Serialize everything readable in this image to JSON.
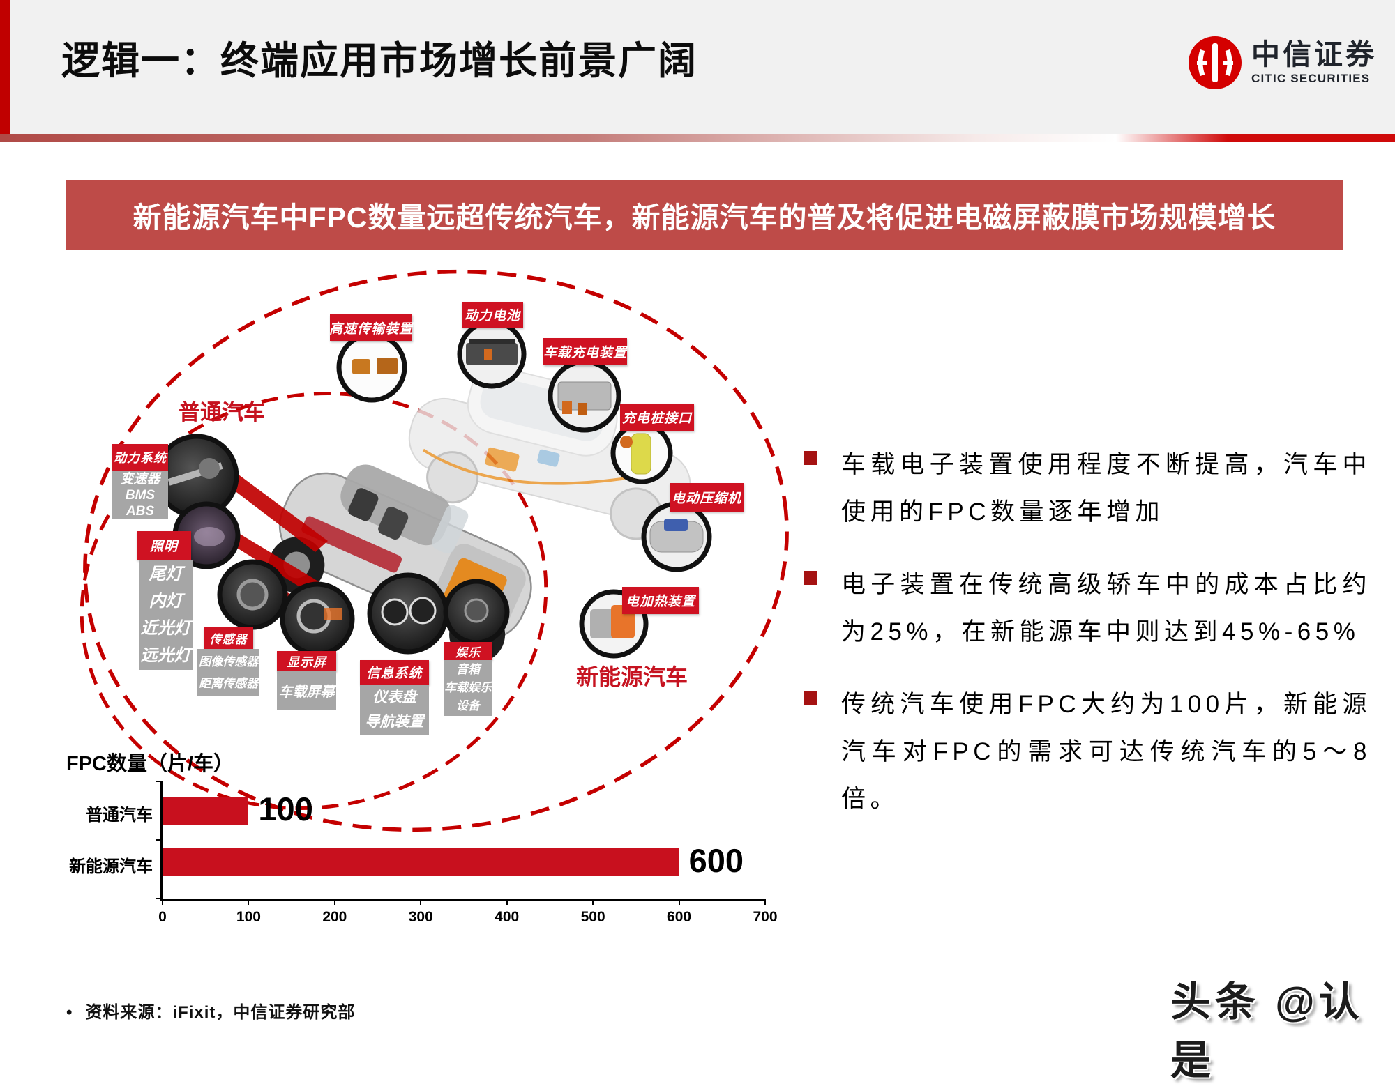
{
  "header": {
    "title": "逻辑一：终端应用市场增长前景广阔",
    "logo": {
      "cn": "中信证券",
      "en": "CITIC SECURITIES"
    }
  },
  "banner": "新能源汽车中FPC数量远超传统汽车，新能源汽车的普及将促进电磁屏蔽膜市场规模增长",
  "diagram": {
    "inner_group_label": "普通汽车",
    "outer_group_label": "新能源汽车",
    "ev_components": [
      {
        "label": "高速传输装置"
      },
      {
        "label": "动力电池"
      },
      {
        "label": "车载充电装置"
      },
      {
        "label": "充电桩接口"
      },
      {
        "label": "电动压缩机"
      },
      {
        "label": "电加热装置"
      }
    ],
    "regular_components": [
      {
        "label": "动力系统",
        "items": "变速器\nBMS\nABS"
      },
      {
        "label": "照明",
        "items": "尾灯\n内灯\n近光灯\n远光灯"
      },
      {
        "label": "传感器",
        "items": "图像传感器\n距离传感器"
      },
      {
        "label": "显示屏",
        "items": "车载屏幕"
      },
      {
        "label": "信息系统",
        "items": "仪表盘\n导航装置"
      },
      {
        "label": "娱乐",
        "items": "音箱\n车载娱乐\n设备"
      }
    ]
  },
  "bullets": [
    "车载电子装置使用程度不断提高，汽车中使用的FPC数量逐年增加",
    "电子装置在传统高级轿车中的成本占比约为25%，在新能源车中则达到45%-65%",
    "传统汽车使用FPC大约为100片，新能源汽车对FPC的需求可达传统汽车的5～8倍。"
  ],
  "chart_data": {
    "type": "bar",
    "orientation": "horizontal",
    "title": "FPC数量（片/车）",
    "categories": [
      "普通汽车",
      "新能源汽车"
    ],
    "values": [
      100,
      600
    ],
    "data_labels": [
      "100",
      "600"
    ],
    "xlim": [
      0,
      700
    ],
    "xticks": [
      "0",
      "100",
      "200",
      "300",
      "400",
      "500",
      "600",
      "700"
    ],
    "bar_color": "#c8101e",
    "grid": false,
    "legend": "none"
  },
  "footer": {
    "dot": "•",
    "source": "资料来源：iFixit，中信证券研究部"
  },
  "watermark": "头条 @认是",
  "colors": {
    "accent_red": "#c00000",
    "banner_bg": "#be4b48",
    "tag_red": "#cf1222",
    "gray_box": "#a6a6a6",
    "bullet_marker": "#a51212",
    "bar_red": "#c8101e"
  }
}
